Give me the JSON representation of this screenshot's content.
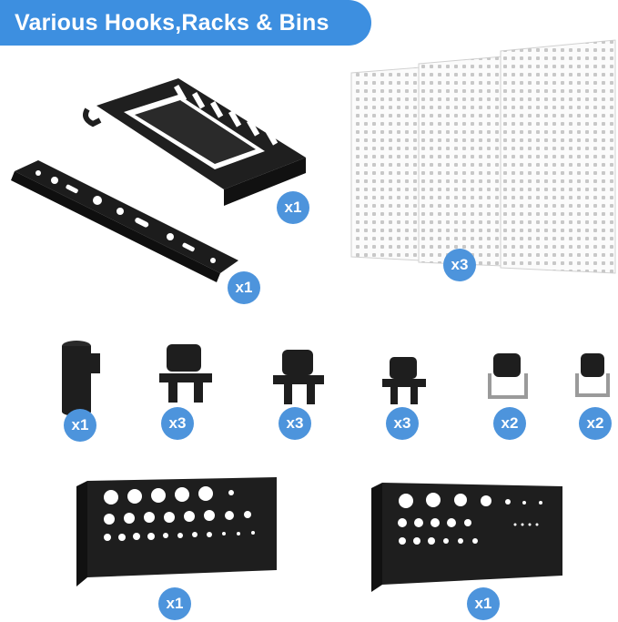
{
  "header": {
    "title": "Various Hooks,Racks & Bins"
  },
  "colors": {
    "accent": "#3d8fe0",
    "badge": "#4d94dc",
    "product": "#1e1e1e",
    "pegboard": "#ffffff"
  },
  "items": {
    "wrench_rack": {
      "qty": "x1"
    },
    "bracket": {
      "qty": "x1"
    },
    "pegboard_panels": {
      "qty": "x3"
    },
    "cup_holder": {
      "qty": "x1"
    },
    "clamp_hook_a": {
      "qty": "x3"
    },
    "clamp_hook_b": {
      "qty": "x3"
    },
    "clamp_hook_c": {
      "qty": "x3"
    },
    "wire_hook_a": {
      "qty": "x2"
    },
    "wire_hook_b": {
      "qty": "x2"
    },
    "bin_left": {
      "qty": "x1"
    },
    "bin_right": {
      "qty": "x1"
    }
  }
}
